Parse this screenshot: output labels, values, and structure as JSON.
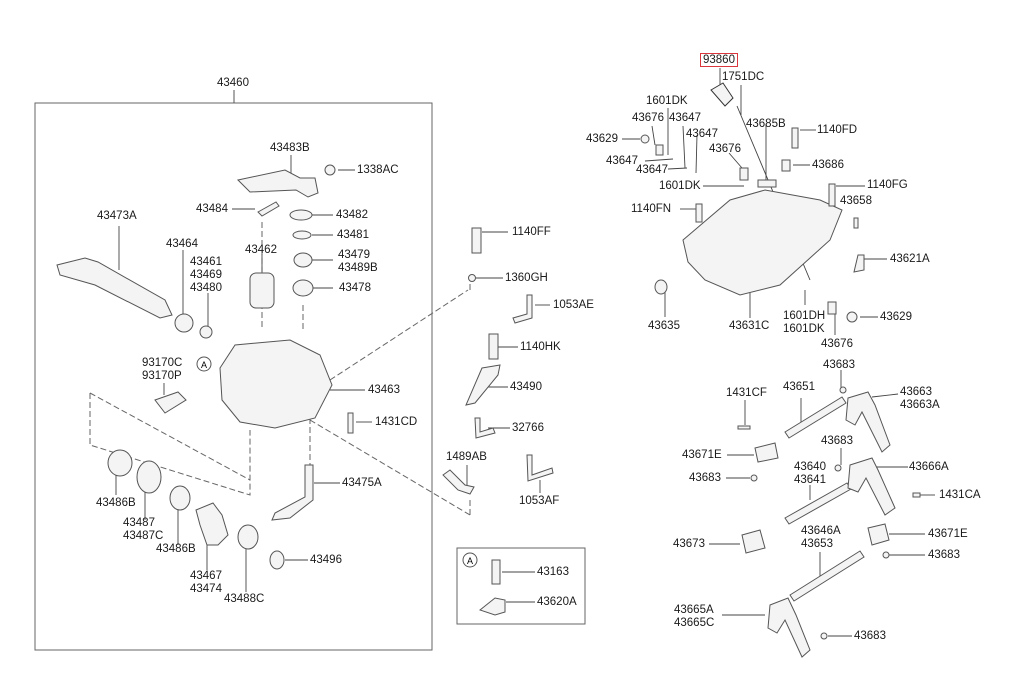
{
  "diagram": {
    "type": "exploded-parts-diagram",
    "highlight_color": "#d9363e",
    "line_color": "#555555",
    "part_fill": "#f4f4f4",
    "groups": {
      "main_assembly": {
        "label": "43460"
      },
      "detail_a": {
        "marker": "A"
      }
    },
    "labels": {
      "p43460": "43460",
      "p43483B": "43483B",
      "p1338AC": "1338AC",
      "p43484": "43484",
      "p43482": "43482",
      "p43481": "43481",
      "p43473A": "43473A",
      "p43464": "43464",
      "p43461": "43461\n43469\n43480",
      "p43462": "43462",
      "p43479": "43479\n43489B",
      "p43478": "43478",
      "p93170": "93170C\n93170P",
      "p43463": "43463",
      "p1431CD": "1431CD",
      "p43475A": "43475A",
      "p43486B_1": "43486B",
      "p43487": "43487\n43487C",
      "p43486B_2": "43486B",
      "p43467": "43467\n43474",
      "p43488C": "43488C",
      "p43496": "43496",
      "p1140FF": "1140FF",
      "p1360GH": "1360GH",
      "p1053AE": "1053AE",
      "p1140HK": "1140HK",
      "p43490": "43490",
      "p32766": "32766",
      "p1489AB": "1489AB",
      "p1053AF": "1053AF",
      "p43163": "43163",
      "p43620A": "43620A",
      "p93860": "93860",
      "p1751DC": "1751DC",
      "p1601DK_1": "1601DK",
      "p43676_1": "43676",
      "p43647_1": "43647",
      "p43647_2": "43647",
      "p43629_1": "43629",
      "p43647_3": "43647",
      "p43647_4": "43647",
      "p43685B": "43685B",
      "p1140FD": "1140FD",
      "p43676_2": "43676",
      "p43686": "43686",
      "p1601DK_2": "1601DK",
      "p1140FG": "1140FG",
      "p43658": "43658",
      "p1140FN": "1140FN",
      "p43621A": "43621A",
      "p43635": "43635",
      "p43631C": "43631C",
      "p1601DH": "1601DH\n1601DK",
      "p43629_2": "43629",
      "p43676_3": "43676",
      "p43683_1": "43683",
      "p43663": "43663\n43663A",
      "p1431CF": "1431CF",
      "p43651": "43651",
      "p43683_2": "43683",
      "p43671E_1": "43671E",
      "p43666A": "43666A",
      "p43683_3": "43683",
      "p43640": "43640\n43641",
      "p1431CA": "1431CA",
      "p43646A": "43646A\n43653",
      "p43673": "43673",
      "p43671E_2": "43671E",
      "p43683_4": "43683",
      "p43665A": "43665A\n43665C",
      "p43683_5": "43683"
    },
    "highlighted_part": "93860"
  }
}
